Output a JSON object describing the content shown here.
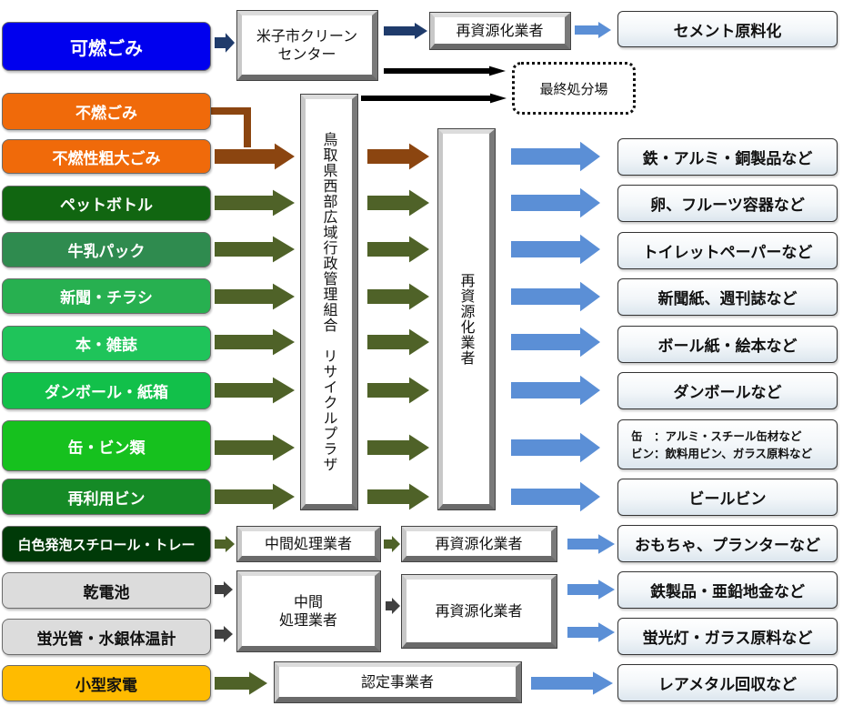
{
  "sources": [
    {
      "label": "可燃ごみ",
      "color": "#0000ee"
    },
    {
      "label": "不燃ごみ",
      "color": "#f06a0a"
    },
    {
      "label": "不燃性粗大ごみ",
      "color": "#f06a0a"
    },
    {
      "label": "ペットボトル",
      "color": "#116611"
    },
    {
      "label": "牛乳パック",
      "color": "#2f8b4f"
    },
    {
      "label": "新聞・チラシ",
      "color": "#27b050"
    },
    {
      "label": "本・雑誌",
      "color": "#1fc45a"
    },
    {
      "label": "ダンボール・紙箱",
      "color": "#12c04a"
    },
    {
      "label": "缶・ビン類",
      "color": "#16c11e"
    },
    {
      "label": "再利用ビン",
      "color": "#158a26"
    },
    {
      "label": "白色発泡スチロール・トレー",
      "color": "#003a08"
    },
    {
      "label": "乾電池",
      "color": "#dcdcdc"
    },
    {
      "label": "蛍光管・水銀体温計",
      "color": "#dcdcdc"
    },
    {
      "label": "小型家電",
      "color": "#ffbb00"
    }
  ],
  "facilities": {
    "yonago_center": "米子市クリーン\nセンター",
    "recycler_top": "再資源化業者",
    "final_disposal": "最終処分場",
    "plaza": "鳥取県西部広域行政管理組合　リサイクルプラザ",
    "recycler_main": "再資源化業者",
    "intermediate_1": "中間処理業者",
    "recycler_styro": "再資源化業者",
    "intermediate_2": "中間\n処理業者",
    "recycler_batt": "再資源化業者",
    "certified": "認定事業者"
  },
  "destinations": [
    {
      "label": "セメント原料化"
    },
    {
      "label": "鉄・アルミ・銅製品など"
    },
    {
      "label": "卵、フルーツ容器など"
    },
    {
      "label": "トイレットペーパーなど"
    },
    {
      "label": "新聞紙、週刊誌など"
    },
    {
      "label": "ボール紙・絵本など"
    },
    {
      "label": "ダンボールなど"
    },
    {
      "lines": [
        "缶　：アルミ・スチール缶材など",
        "ビン：飲料用ビン、ガラス原料など"
      ]
    },
    {
      "label": "ビールビン"
    },
    {
      "label": "おもちゃ、プランターなど"
    },
    {
      "label": "鉄製品・亜鉛地金など"
    },
    {
      "label": "蛍光灯・ガラス原料など"
    },
    {
      "label": "レアメタル回収など"
    }
  ],
  "arrow_colors": {
    "navy": "#1f3b6b",
    "olive": "#4f6228",
    "brown": "#8b4510",
    "blue": "#5b8fd6",
    "black": "#000000",
    "gray": "#404040"
  }
}
